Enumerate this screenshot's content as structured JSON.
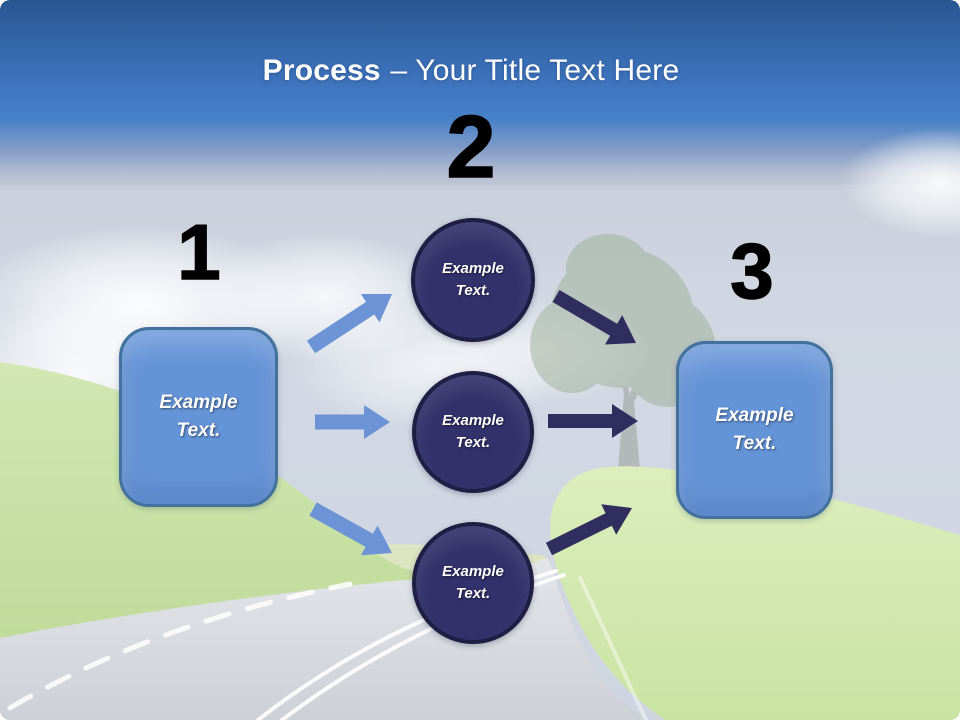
{
  "title": {
    "emphasis": "Process",
    "rest": "– Your Title Text Here"
  },
  "steps": {
    "one": {
      "number": "1",
      "label": "Example\nText."
    },
    "two": {
      "number": "2",
      "circles": [
        "Example\nText.",
        "Example\nText.",
        "Example\nText."
      ]
    },
    "three": {
      "number": "3",
      "label": "Example\nText."
    }
  },
  "colors": {
    "title_color": "#ffffff",
    "number_color": "#000000",
    "box_fill": "#6494d8",
    "box_border": "#41719c",
    "box_text": "#ffffff",
    "circle_fill": "#32316b",
    "circle_border": "#1f1e45",
    "circle_text": "#ffffff",
    "arrow_light_fill": "#6b93d6",
    "arrow_dark_fill": "#2f2e5e"
  }
}
